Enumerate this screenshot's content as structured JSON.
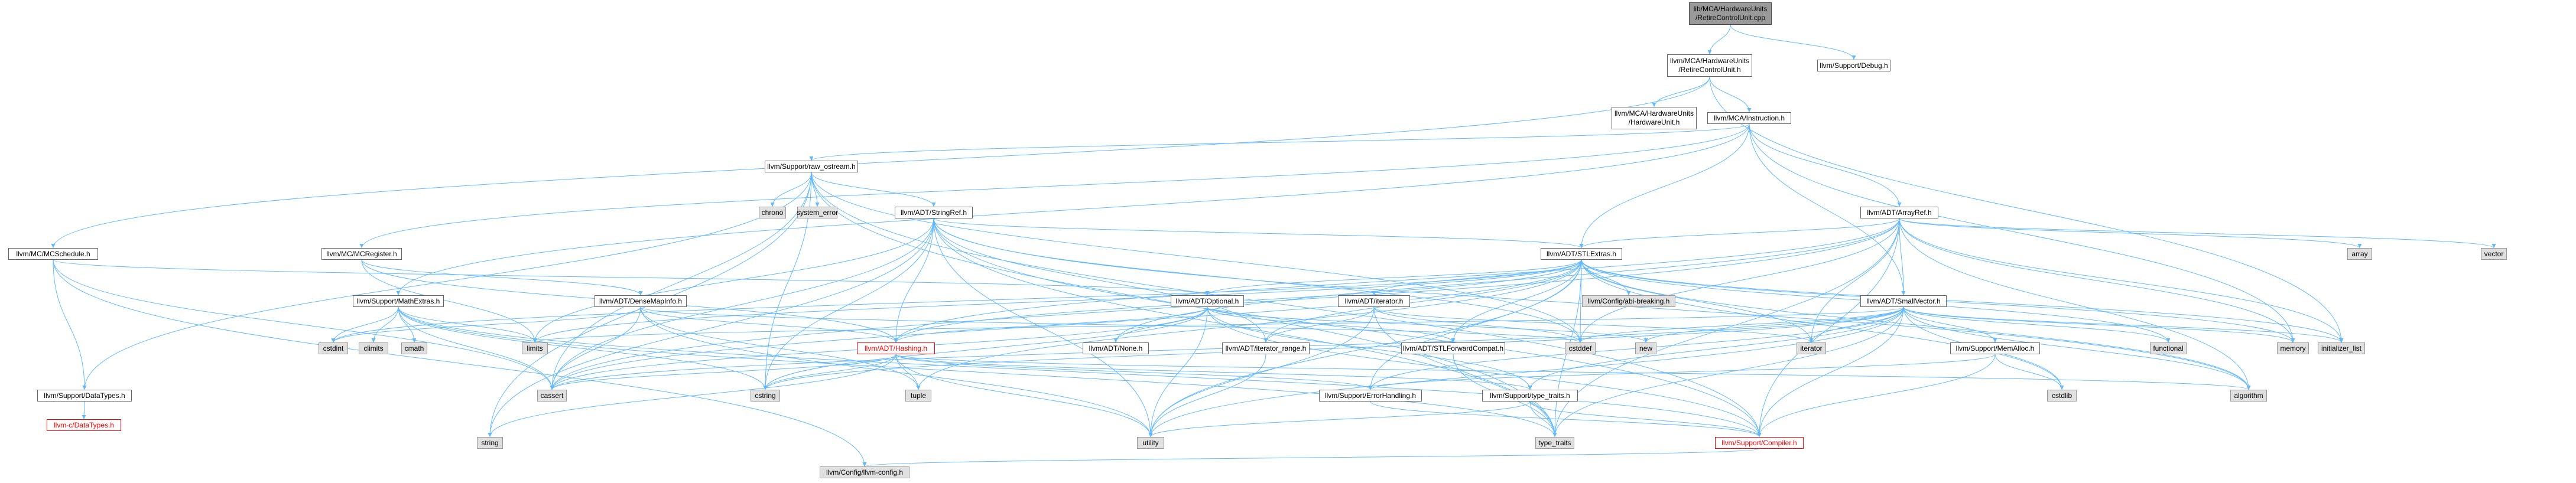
{
  "colors": {
    "edge": "#63b8ff",
    "edge_root": "#63b8ff",
    "node_border": "#666666",
    "system_fill": "#e0e0e0",
    "root_fill": "#999999",
    "missing_text": "#ff0000"
  },
  "nodes": [
    {
      "id": "root",
      "lines": [
        "lib/MCA/HardwareUnits",
        "/RetireControlUnit.cpp"
      ],
      "kind": "root"
    },
    {
      "id": "rcu_h",
      "lines": [
        "llvm/MCA/HardwareUnits",
        "/RetireControlUnit.h"
      ],
      "kind": "normal"
    },
    {
      "id": "debug",
      "lines": [
        "llvm/Support/Debug.h"
      ],
      "kind": "normal"
    },
    {
      "id": "hwunit",
      "lines": [
        "llvm/MCA/HardwareUnits",
        "/HardwareUnit.h"
      ],
      "kind": "normal"
    },
    {
      "id": "instr",
      "lines": [
        "llvm/MCA/Instruction.h"
      ],
      "kind": "normal"
    },
    {
      "id": "raw",
      "lines": [
        "llvm/Support/raw_ostream.h"
      ],
      "kind": "normal"
    },
    {
      "id": "chrono",
      "lines": [
        "chrono"
      ],
      "kind": "sys"
    },
    {
      "id": "syserr",
      "lines": [
        "system_error"
      ],
      "kind": "sys"
    },
    {
      "id": "strref",
      "lines": [
        "llvm/ADT/StringRef.h"
      ],
      "kind": "normal"
    },
    {
      "id": "arrayref",
      "lines": [
        "llvm/ADT/ArrayRef.h"
      ],
      "kind": "normal"
    },
    {
      "id": "array",
      "lines": [
        "array"
      ],
      "kind": "sys"
    },
    {
      "id": "vector",
      "lines": [
        "vector"
      ],
      "kind": "sys"
    },
    {
      "id": "mcsched",
      "lines": [
        "llvm/MC/MCSchedule.h"
      ],
      "kind": "normal"
    },
    {
      "id": "mcreg",
      "lines": [
        "llvm/MC/MCRegister.h"
      ],
      "kind": "normal"
    },
    {
      "id": "stlextras",
      "lines": [
        "llvm/ADT/STLExtras.h"
      ],
      "kind": "normal"
    },
    {
      "id": "mathextras",
      "lines": [
        "llvm/Support/MathExtras.h"
      ],
      "kind": "normal"
    },
    {
      "id": "densemapinfo",
      "lines": [
        "llvm/ADT/DenseMapInfo.h"
      ],
      "kind": "normal"
    },
    {
      "id": "optional",
      "lines": [
        "llvm/ADT/Optional.h"
      ],
      "kind": "normal"
    },
    {
      "id": "iterator_h",
      "lines": [
        "llvm/ADT/iterator.h"
      ],
      "kind": "normal"
    },
    {
      "id": "abibreak",
      "lines": [
        "llvm/Config/abi-breaking.h"
      ],
      "kind": "sys"
    },
    {
      "id": "smallvec",
      "lines": [
        "llvm/ADT/SmallVector.h"
      ],
      "kind": "normal"
    },
    {
      "id": "cstdint",
      "lines": [
        "cstdint"
      ],
      "kind": "sys"
    },
    {
      "id": "climits",
      "lines": [
        "climits"
      ],
      "kind": "sys"
    },
    {
      "id": "cmath",
      "lines": [
        "cmath"
      ],
      "kind": "sys"
    },
    {
      "id": "limits",
      "lines": [
        "limits"
      ],
      "kind": "sys"
    },
    {
      "id": "hashing",
      "lines": [
        "llvm/ADT/Hashing.h"
      ],
      "kind": "missing"
    },
    {
      "id": "none",
      "lines": [
        "llvm/ADT/None.h"
      ],
      "kind": "normal"
    },
    {
      "id": "iterrange",
      "lines": [
        "llvm/ADT/iterator_range.h"
      ],
      "kind": "normal"
    },
    {
      "id": "stlfwd",
      "lines": [
        "llvm/ADT/STLForwardCompat.h"
      ],
      "kind": "normal"
    },
    {
      "id": "cstddef",
      "lines": [
        "cstddef"
      ],
      "kind": "sys"
    },
    {
      "id": "new",
      "lines": [
        "new"
      ],
      "kind": "sys"
    },
    {
      "id": "iterator",
      "lines": [
        "iterator"
      ],
      "kind": "sys"
    },
    {
      "id": "memalloc",
      "lines": [
        "llvm/Support/MemAlloc.h"
      ],
      "kind": "normal"
    },
    {
      "id": "functional",
      "lines": [
        "functional"
      ],
      "kind": "sys"
    },
    {
      "id": "memory",
      "lines": [
        "memory"
      ],
      "kind": "sys"
    },
    {
      "id": "initlist",
      "lines": [
        "initializer_list"
      ],
      "kind": "sys"
    },
    {
      "id": "datatypes",
      "lines": [
        "llvm/Support/DataTypes.h"
      ],
      "kind": "normal"
    },
    {
      "id": "cdatatypes",
      "lines": [
        "llvm-c/DataTypes.h"
      ],
      "kind": "missing"
    },
    {
      "id": "cassert",
      "lines": [
        "cassert"
      ],
      "kind": "sys"
    },
    {
      "id": "cstring",
      "lines": [
        "cstring"
      ],
      "kind": "sys"
    },
    {
      "id": "tuple",
      "lines": [
        "tuple"
      ],
      "kind": "sys"
    },
    {
      "id": "errhandling",
      "lines": [
        "llvm/Support/ErrorHandling.h"
      ],
      "kind": "normal"
    },
    {
      "id": "typetraits_h",
      "lines": [
        "llvm/Support/type_traits.h"
      ],
      "kind": "normal"
    },
    {
      "id": "cstdlib",
      "lines": [
        "cstdlib"
      ],
      "kind": "sys"
    },
    {
      "id": "algorithm",
      "lines": [
        "algorithm"
      ],
      "kind": "sys"
    },
    {
      "id": "string",
      "lines": [
        "string"
      ],
      "kind": "sys"
    },
    {
      "id": "utility",
      "lines": [
        "utility"
      ],
      "kind": "sys"
    },
    {
      "id": "type_traits",
      "lines": [
        "type_traits"
      ],
      "kind": "sys"
    },
    {
      "id": "compiler",
      "lines": [
        "llvm/Support/Compiler.h"
      ],
      "kind": "missing"
    },
    {
      "id": "llvmconfig",
      "lines": [
        "llvm/Config/llvm-config.h"
      ],
      "kind": "sys"
    }
  ],
  "edges": [
    [
      "root",
      "rcu_h"
    ],
    [
      "root",
      "debug"
    ],
    [
      "rcu_h",
      "hwunit"
    ],
    [
      "rcu_h",
      "instr"
    ],
    [
      "rcu_h",
      "mcsched"
    ],
    [
      "rcu_h",
      "initlist"
    ],
    [
      "instr",
      "raw"
    ],
    [
      "instr",
      "arrayref"
    ],
    [
      "instr",
      "stlextras"
    ],
    [
      "instr",
      "smallvec"
    ],
    [
      "instr",
      "mcreg"
    ],
    [
      "instr",
      "mathextras"
    ],
    [
      "instr",
      "memory"
    ],
    [
      "raw",
      "chrono"
    ],
    [
      "raw",
      "syserr"
    ],
    [
      "raw",
      "strref"
    ],
    [
      "raw",
      "datatypes"
    ],
    [
      "raw",
      "cassert"
    ],
    [
      "raw",
      "cstddef"
    ],
    [
      "raw",
      "cstring"
    ],
    [
      "raw",
      "string"
    ],
    [
      "raw",
      "type_traits"
    ],
    [
      "raw",
      "compiler"
    ],
    [
      "strref",
      "stlextras"
    ],
    [
      "strref",
      "iterrange"
    ],
    [
      "strref",
      "compiler"
    ],
    [
      "strref",
      "algorithm"
    ],
    [
      "strref",
      "cassert"
    ],
    [
      "strref",
      "cstddef"
    ],
    [
      "strref",
      "cstring"
    ],
    [
      "strref",
      "limits"
    ],
    [
      "strref",
      "string"
    ],
    [
      "strref",
      "type_traits"
    ],
    [
      "strref",
      "utility"
    ],
    [
      "strref",
      "hashing"
    ],
    [
      "arrayref",
      "array"
    ],
    [
      "arrayref",
      "vector"
    ],
    [
      "arrayref",
      "hashing"
    ],
    [
      "arrayref",
      "none"
    ],
    [
      "arrayref",
      "smallvec"
    ],
    [
      "arrayref",
      "stlextras"
    ],
    [
      "arrayref",
      "compiler"
    ],
    [
      "arrayref",
      "algorithm"
    ],
    [
      "arrayref",
      "cassert"
    ],
    [
      "arrayref",
      "cstddef"
    ],
    [
      "arrayref",
      "initlist"
    ],
    [
      "arrayref",
      "iterator"
    ],
    [
      "arrayref",
      "memory"
    ],
    [
      "arrayref",
      "type_traits"
    ],
    [
      "mcsched",
      "datatypes"
    ],
    [
      "mcsched",
      "optional"
    ],
    [
      "mcsched",
      "cassert"
    ],
    [
      "mcsched",
      "llvmconfig"
    ],
    [
      "mcreg",
      "densemapinfo"
    ],
    [
      "mcreg",
      "hashing"
    ],
    [
      "mcreg",
      "limits"
    ],
    [
      "stlextras",
      "hashing"
    ],
    [
      "stlextras",
      "optional"
    ],
    [
      "stlextras",
      "iterator_h"
    ],
    [
      "stlextras",
      "iterrange"
    ],
    [
      "stlextras",
      "stlfwd"
    ],
    [
      "stlextras",
      "abibreak"
    ],
    [
      "stlextras",
      "errhandling"
    ],
    [
      "stlextras",
      "algorithm"
    ],
    [
      "stlextras",
      "cassert"
    ],
    [
      "stlextras",
      "cstddef"
    ],
    [
      "stlextras",
      "cstdint"
    ],
    [
      "stlextras",
      "cstdlib"
    ],
    [
      "stlextras",
      "functional"
    ],
    [
      "stlextras",
      "initlist"
    ],
    [
      "stlextras",
      "iterator"
    ],
    [
      "stlextras",
      "limits"
    ],
    [
      "stlextras",
      "memory"
    ],
    [
      "stlextras",
      "tuple"
    ],
    [
      "stlextras",
      "type_traits"
    ],
    [
      "stlextras",
      "utility"
    ],
    [
      "mathextras",
      "compiler"
    ],
    [
      "mathextras",
      "cassert"
    ],
    [
      "mathextras",
      "climits"
    ],
    [
      "mathextras",
      "cmath"
    ],
    [
      "mathextras",
      "cstdint"
    ],
    [
      "mathextras",
      "cstring"
    ],
    [
      "mathextras",
      "limits"
    ],
    [
      "mathextras",
      "type_traits"
    ],
    [
      "densemapinfo",
      "hashing"
    ],
    [
      "densemapinfo",
      "cassert"
    ],
    [
      "densemapinfo",
      "cstddef"
    ],
    [
      "densemapinfo",
      "cstdint"
    ],
    [
      "densemapinfo",
      "tuple"
    ],
    [
      "densemapinfo",
      "utility"
    ],
    [
      "optional",
      "hashing"
    ],
    [
      "optional",
      "none"
    ],
    [
      "optional",
      "stlfwd"
    ],
    [
      "optional",
      "compiler"
    ],
    [
      "optional",
      "typetraits_h"
    ],
    [
      "optional",
      "cassert"
    ],
    [
      "optional",
      "cstring"
    ],
    [
      "optional",
      "new"
    ],
    [
      "optional",
      "utility"
    ],
    [
      "iterator_h",
      "iterrange"
    ],
    [
      "iterator_h",
      "cstddef"
    ],
    [
      "iterator_h",
      "iterator"
    ],
    [
      "iterator_h",
      "type_traits"
    ],
    [
      "iterator_h",
      "utility"
    ],
    [
      "smallvec",
      "compiler"
    ],
    [
      "smallvec",
      "memalloc"
    ],
    [
      "smallvec",
      "typetraits_h"
    ],
    [
      "smallvec",
      "errhandling"
    ],
    [
      "smallvec",
      "algorithm"
    ],
    [
      "smallvec",
      "cassert"
    ],
    [
      "smallvec",
      "cstddef"
    ],
    [
      "smallvec",
      "cstdlib"
    ],
    [
      "smallvec",
      "cstring"
    ],
    [
      "smallvec",
      "functional"
    ],
    [
      "smallvec",
      "initlist"
    ],
    [
      "smallvec",
      "iterator"
    ],
    [
      "smallvec",
      "limits"
    ],
    [
      "smallvec",
      "memory"
    ],
    [
      "smallvec",
      "new"
    ],
    [
      "smallvec",
      "type_traits"
    ],
    [
      "smallvec",
      "utility"
    ],
    [
      "hashing",
      "errhandling"
    ],
    [
      "hashing",
      "typetraits_h"
    ],
    [
      "hashing",
      "algorithm"
    ],
    [
      "hashing",
      "cassert"
    ],
    [
      "hashing",
      "cstring"
    ],
    [
      "hashing",
      "string"
    ],
    [
      "hashing",
      "tuple"
    ],
    [
      "hashing",
      "utility"
    ],
    [
      "iterrange",
      "utility"
    ],
    [
      "stlfwd",
      "type_traits"
    ],
    [
      "memalloc",
      "compiler"
    ],
    [
      "memalloc",
      "errhandling"
    ],
    [
      "memalloc",
      "cstdlib"
    ],
    [
      "errhandling",
      "compiler"
    ],
    [
      "typetraits_h",
      "compiler"
    ],
    [
      "typetraits_h",
      "type_traits"
    ],
    [
      "typetraits_h",
      "utility"
    ],
    [
      "compiler",
      "llvmconfig"
    ],
    [
      "datatypes",
      "cdatatypes"
    ]
  ]
}
